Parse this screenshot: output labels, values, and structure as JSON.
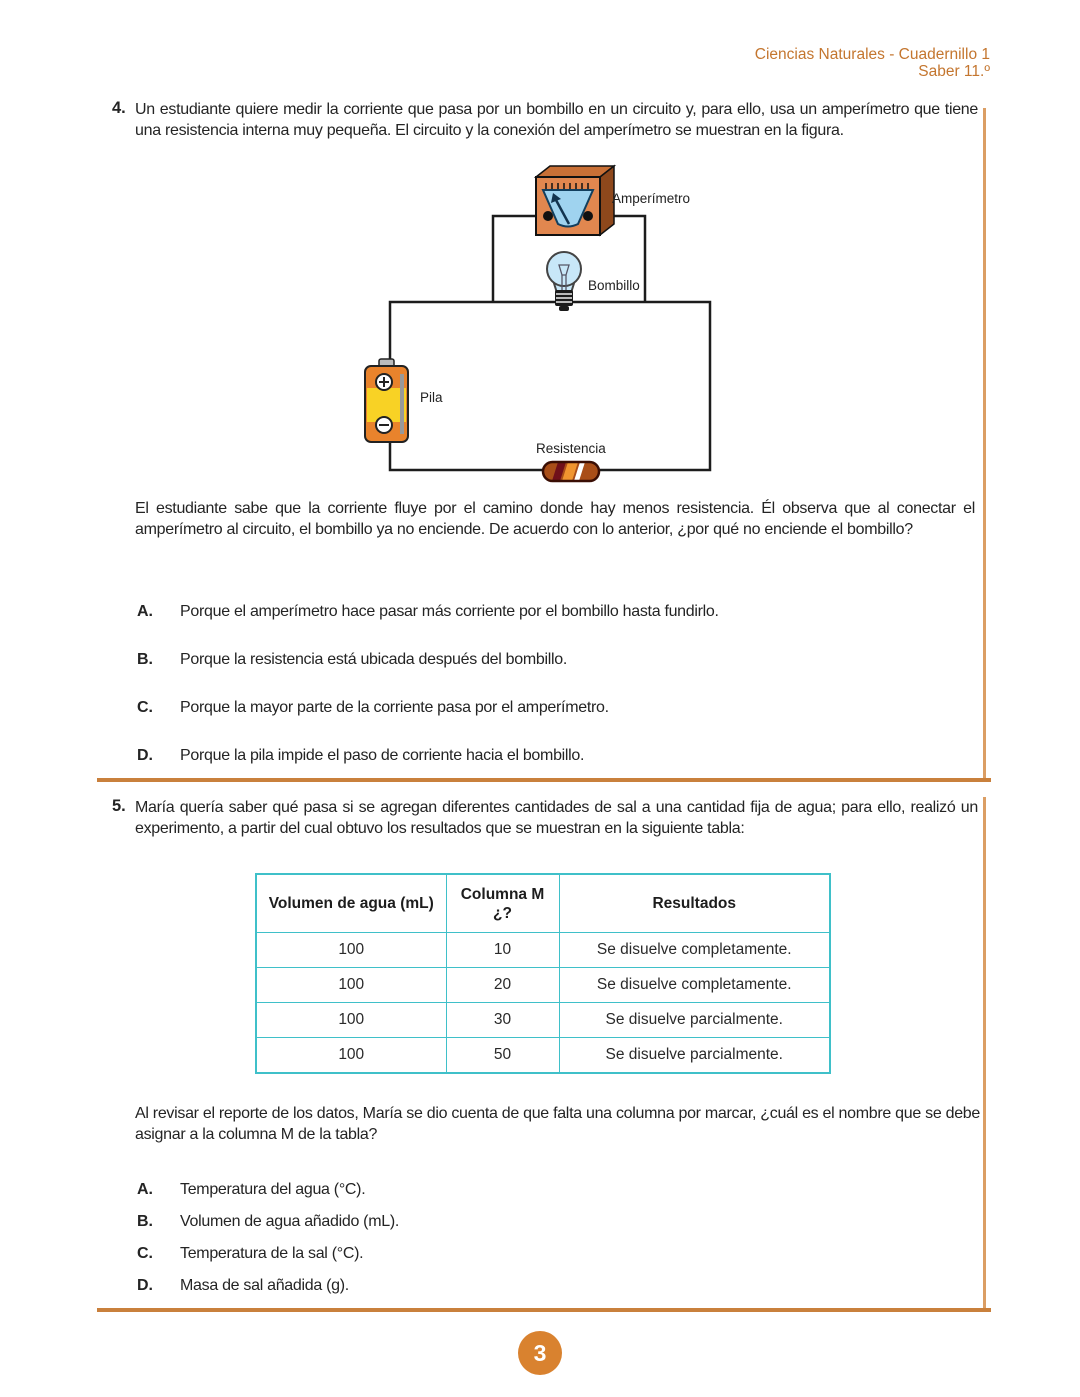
{
  "header": {
    "line1": "Ciencias Naturales - Cuadernillo 1",
    "line2": "Saber 11.º"
  },
  "q4": {
    "number": "4.",
    "intro": "Un estudiante quiere medir la corriente que pasa por un bombillo en un circuito y, para ello, usa un amperímetro que tiene una resistencia interna muy pequeña. El circuito y la conexión del amperímetro se muestran en la figura.",
    "figure_labels": {
      "ammeter": "Amperímetro",
      "bulb": "Bombillo",
      "battery": "Pila",
      "resistor": "Resistencia"
    },
    "body": "El estudiante sabe que la corriente fluye por el camino donde hay menos resistencia. Él observa que al conectar el amperímetro al circuito, el bombillo ya no enciende. De acuerdo con lo anterior, ¿por qué no enciende el bombillo?",
    "options": [
      {
        "letter": "A.",
        "text": "Porque el amperímetro hace pasar más corriente por el bombillo hasta fundirlo."
      },
      {
        "letter": "B.",
        "text": "Porque la resistencia está ubicada después del bombillo."
      },
      {
        "letter": "C.",
        "text": "Porque la mayor parte de la corriente pasa por el amperímetro."
      },
      {
        "letter": "D.",
        "text": "Porque la pila impide el paso de corriente hacia el bombillo."
      }
    ]
  },
  "q5": {
    "number": "5.",
    "intro": "María quería saber qué pasa si se agregan diferentes cantidades de sal a una cantidad fija de agua; para ello, realizó un experimento, a partir del cual obtuvo los resultados que se muestran en la siguiente tabla:",
    "table": {
      "headers": [
        "Volumen de agua (mL)",
        "Columna M",
        "Resultados"
      ],
      "col2_sub": "¿?",
      "rows": [
        [
          "100",
          "10",
          "Se disuelve completamente."
        ],
        [
          "100",
          "20",
          "Se disuelve completamente."
        ],
        [
          "100",
          "30",
          "Se disuelve parcialmente."
        ],
        [
          "100",
          "50",
          "Se disuelve parcialmente."
        ]
      ]
    },
    "body": "Al revisar el reporte de los datos, María se dio cuenta de que falta una columna por marcar, ¿cuál es el nombre que se debe asignar a la columna M de la tabla?",
    "options": [
      {
        "letter": "A.",
        "text": "Temperatura del agua (°C)."
      },
      {
        "letter": "B.",
        "text": "Volumen de agua añadido (mL)."
      },
      {
        "letter": "C.",
        "text": "Temperatura de la sal (°C)."
      },
      {
        "letter": "D.",
        "text": "Masa de sal añadida (g)."
      }
    ]
  },
  "footer": {
    "page_number": "3"
  },
  "colors": {
    "header_text": "#c4762f",
    "rule_horizontal": "#c9803c",
    "rule_vertical": "#db9e64",
    "table_border": "#3fc0c9",
    "page_circle": "#d9822f",
    "body_text": "#242424",
    "ammeter_orange": "#e1874f",
    "gauge_blue": "#9fd3ef",
    "bulb_blue": "#c8e7f8",
    "battery_orange": "#e9832c",
    "battery_yellow": "#f8d225"
  }
}
